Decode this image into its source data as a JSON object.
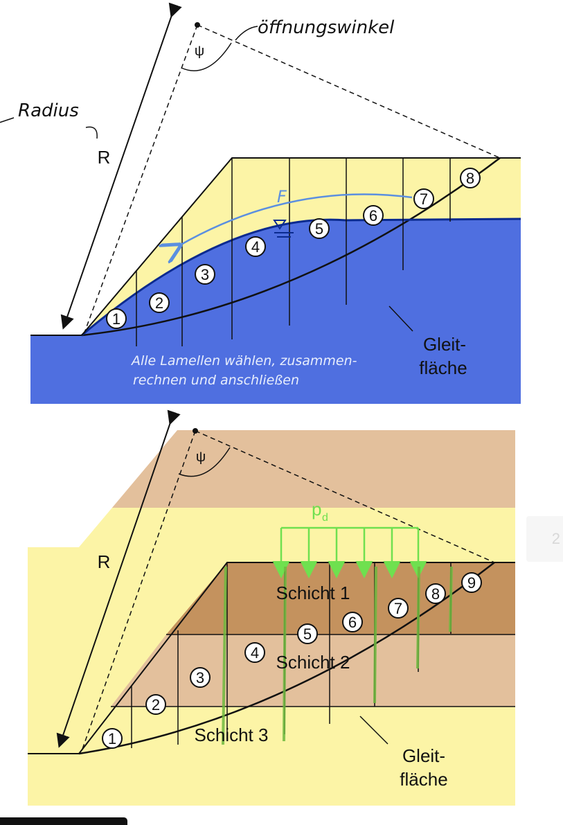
{
  "top_figure": {
    "annotation_angle": "öffnungswinkel",
    "annotation_radius": "Radius",
    "angle_symbol": "ψ",
    "radius_label": "R",
    "force_label": "F",
    "slices": [
      "1",
      "2",
      "3",
      "4",
      "5",
      "6",
      "7",
      "8"
    ],
    "slip_label_1": "Gleit-",
    "slip_label_2": "fläche",
    "note_line_1": "Alle Lamellen wählen, zusammen-",
    "note_line_2": "rechnen und anschließen",
    "colors": {
      "soil": "#fcf4a6",
      "water": "#4f6fe0",
      "annotation": "#5b8fe0"
    }
  },
  "bottom_figure": {
    "angle_symbol": "ψ",
    "radius_label": "R",
    "load_label": "p",
    "load_subscript": "d",
    "slices": [
      "1",
      "2",
      "3",
      "4",
      "5",
      "6",
      "7",
      "8",
      "9"
    ],
    "layer_1": "Schicht 1",
    "layer_2": "Schicht 2",
    "layer_3": "Schicht 3",
    "slip_label_1": "Gleit-",
    "slip_label_2": "fläche",
    "colors": {
      "layer_1": "#c4925e",
      "layer_2": "#e3c09c",
      "layer_3": "#fcf4a6",
      "load": "#6fe04f"
    }
  },
  "page_badge": "2"
}
